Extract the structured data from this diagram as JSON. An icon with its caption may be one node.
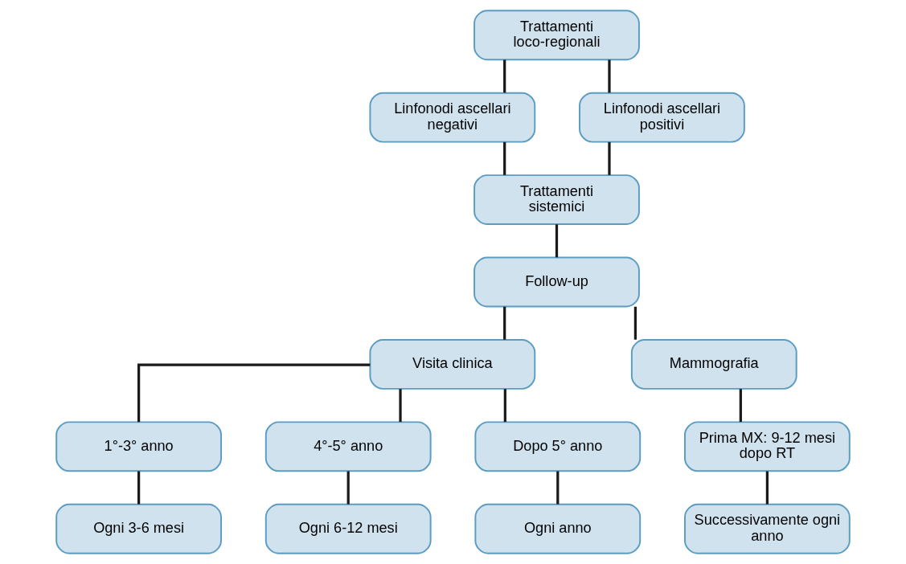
{
  "diagram": {
    "nodes": [
      {
        "text": [
          "Trattamenti loco-regionali"
        ]
      },
      {
        "text": [
          "Linfonodi ascellari negativi"
        ]
      },
      {
        "text": [
          "Linfonodi ascellari positivi"
        ]
      },
      {
        "text": [
          "Trattamenti sistemici"
        ]
      },
      {
        "text": [
          "Follow-up"
        ]
      },
      {
        "text": [
          "Visita clinica"
        ]
      },
      {
        "text": [
          "Mammografia"
        ]
      },
      {
        "text": [
          "1°-3° anno"
        ]
      },
      {
        "text": [
          "4°-5° anno"
        ]
      },
      {
        "text": [
          "Dopo 5° anno"
        ]
      },
      {
        "text": [
          "Prima MX: 9-12 mesi dopo RT"
        ]
      },
      {
        "text": [
          "Ogni 3-6 mesi"
        ]
      },
      {
        "text": [
          "Ogni 6-12 mesi"
        ]
      },
      {
        "text": [
          "Ogni anno"
        ]
      },
      {
        "text": [
          "Successivamente ogni anno"
        ]
      }
    ],
    "edges": [
      {
        "from": 0,
        "to": 1,
        "arrow": "none"
      },
      {
        "from": 0,
        "to": 2,
        "arrow": "none"
      },
      {
        "from": 1,
        "to": 3,
        "arrow": "none"
      },
      {
        "from": 2,
        "to": 3,
        "arrow": "none"
      },
      {
        "from": 3,
        "to": 4,
        "arrow": "none"
      },
      {
        "from": 4,
        "to": 5,
        "arrow": "none"
      },
      {
        "from": 4,
        "to": 6,
        "arrow": "none"
      },
      {
        "from": 5,
        "to": 7,
        "arrow": "none"
      },
      {
        "from": 5,
        "to": 8,
        "arrow": "none"
      },
      {
        "from": 5,
        "to": 9,
        "arrow": "none"
      },
      {
        "from": 6,
        "to": 10,
        "arrow": "none"
      },
      {
        "from": 7,
        "to": 11,
        "arrow": "none"
      },
      {
        "from": 8,
        "to": 12,
        "arrow": "none"
      },
      {
        "from": 9,
        "to": 13,
        "arrow": "none"
      },
      {
        "from": 10,
        "to": 14,
        "arrow": "none"
      }
    ]
  }
}
